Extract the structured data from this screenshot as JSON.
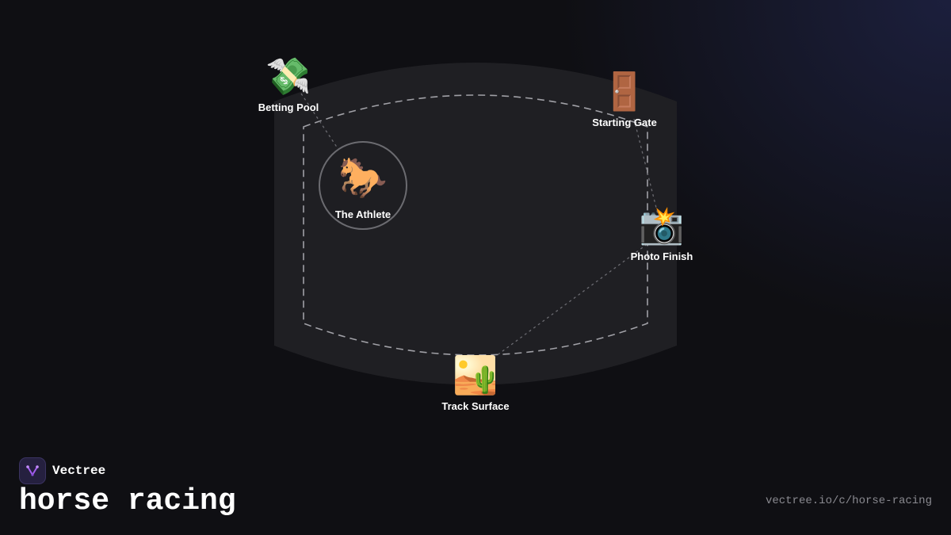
{
  "brand": {
    "name": "Vectree",
    "logo_icon": "vectree-logo-icon",
    "accent_color": "#a45cf0"
  },
  "title": "horse racing",
  "url": "vectree.io/c/horse-racing",
  "center": {
    "label": "The Athlete",
    "emoji": "🐎",
    "icon": "racing-horse-icon"
  },
  "nodes": [
    {
      "id": "betting-pool",
      "label": "Betting Pool",
      "emoji": "💸",
      "icon": "money-with-wings-icon"
    },
    {
      "id": "starting-gate",
      "label": "Starting Gate",
      "emoji": "🚪",
      "icon": "door-icon"
    },
    {
      "id": "photo-finish",
      "label": "Photo Finish",
      "emoji": "📸",
      "icon": "camera-flash-icon"
    },
    {
      "id": "track-surface",
      "label": "Track Surface",
      "emoji": "🏜️",
      "icon": "desert-icon"
    }
  ],
  "colors": {
    "background": "#0f0f13",
    "track": "#1f1f23",
    "track_line": "#9a9aa0",
    "connector": "#6a6a70"
  }
}
